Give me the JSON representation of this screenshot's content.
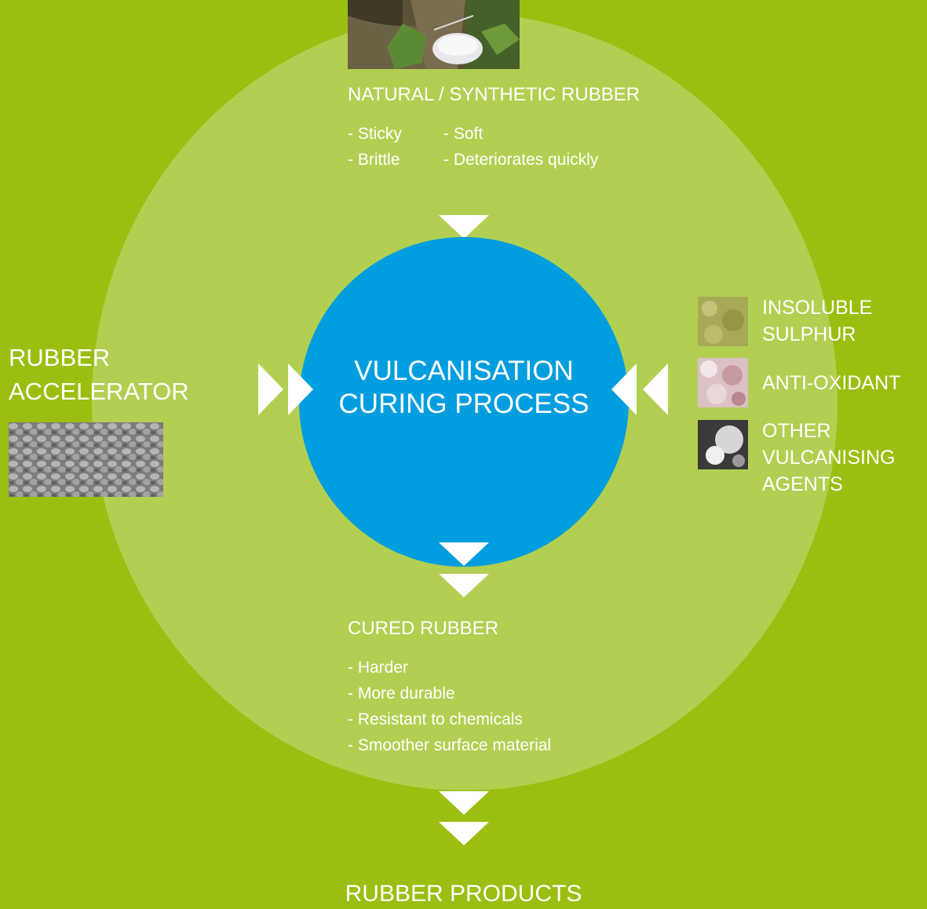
{
  "colors": {
    "background": "#9abf10",
    "outer_circle": "#b2cf52",
    "core_circle": "#009ddf",
    "text": "#ffffff"
  },
  "top": {
    "title": "NATURAL / SYNTHETIC RUBBER",
    "properties": [
      "- Sticky",
      "- Soft",
      "- Brittle",
      "- Deteriorates quickly"
    ]
  },
  "core": {
    "line1": "VULCANISATION",
    "line2": "CURING PROCESS"
  },
  "left": {
    "line1": "RUBBER",
    "line2": "ACCELERATOR"
  },
  "right": {
    "items": [
      {
        "line1": "INSOLUBLE",
        "line2": "SULPHUR"
      },
      {
        "line1": "ANTI-OXIDANT"
      },
      {
        "line1": "OTHER",
        "line2": "VULCANISING",
        "line3": "AGENTS"
      }
    ]
  },
  "bottom": {
    "title": "CURED RUBBER",
    "properties": [
      "- Harder",
      "- More durable",
      "- Resistant to chemicals",
      "- Smoother surface material"
    ]
  },
  "final": {
    "label": "RUBBER PRODUCTS"
  }
}
